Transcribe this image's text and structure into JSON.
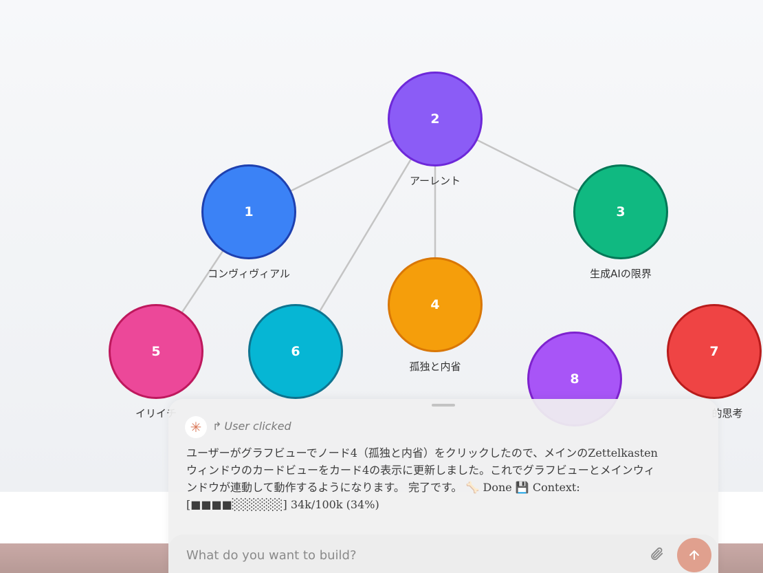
{
  "graph": {
    "nodes": [
      {
        "id": "2",
        "label": "アーレント",
        "color": "#8b5cf6",
        "border": "#6d28d9"
      },
      {
        "id": "1",
        "label": "コンヴィヴィアル",
        "color": "#3b82f6",
        "border": "#1e40af"
      },
      {
        "id": "3",
        "label": "生成AIの限界",
        "color": "#10b981",
        "border": "#047857"
      },
      {
        "id": "4",
        "label": "孤独と内省",
        "color": "#f59e0b",
        "border": "#d97706"
      },
      {
        "id": "5",
        "label": "イリイチ",
        "color": "#ec4899",
        "border": "#be185d"
      },
      {
        "id": "6",
        "label": "",
        "color": "#06b6d4",
        "border": "#0e7490"
      },
      {
        "id": "8",
        "label": "",
        "color": "#a855f7",
        "border": "#7e22ce"
      },
      {
        "id": "7",
        "label": "的思考",
        "color": "#ef4444",
        "border": "#b91c1c"
      }
    ]
  },
  "chat": {
    "assistant_icon": "claude-asterisk-icon",
    "event_arrow": "↱",
    "event_label": "User clicked",
    "message": "ユーザーがグラフビューでノード4（孤独と内省）をクリックしたので、メインのZettelkasten\nウィンドウのカードビューをカード4の表示に更新しました。これでグラフビューとメインウィ\nンドウが連動して動作するようになります。 完了です。 🦴 Done 💾 Context:\n[■■■■░░░░░░] 34k/100k (34%)",
    "input_placeholder": "What do you want to build?",
    "attach_icon": "paperclip-icon",
    "send_icon": "arrow-up-icon",
    "send_color": "#e0a08e"
  }
}
